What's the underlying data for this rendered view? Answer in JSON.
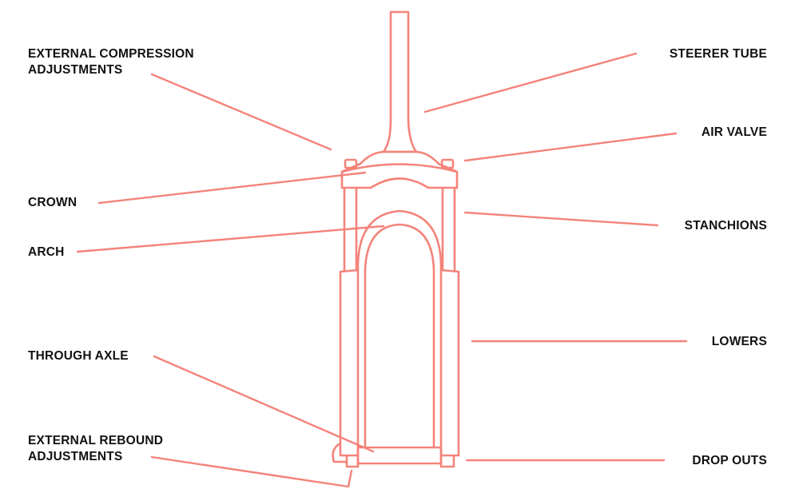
{
  "diagram": {
    "accent_color": "#F4837A",
    "text_color": "#111111",
    "labels": {
      "external_compression": [
        "EXTERNAL COMPRESSION",
        "ADJUSTMENTS"
      ],
      "crown": "CROWN",
      "arch": "ARCH",
      "through_axle": "THROUGH AXLE",
      "external_rebound": [
        "EXTERNAL REBOUND",
        "ADJUSTMENTS"
      ],
      "steerer_tube": "STEERER TUBE",
      "air_valve": "AIR VALVE",
      "stanchions": "STANCHIONS",
      "lowers": "LOWERS",
      "drop_outs": "DROP OUTS"
    }
  }
}
